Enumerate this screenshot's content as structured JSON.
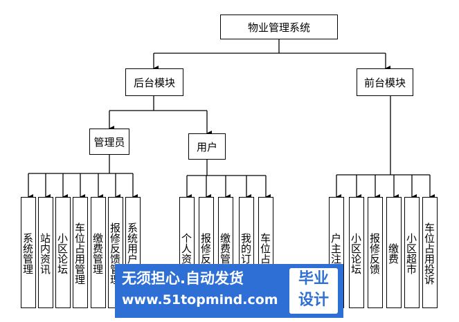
{
  "root": "物业管理系统",
  "modules": {
    "backend": "后台模块",
    "frontend": "前台模块"
  },
  "roles": {
    "admin": "管理员",
    "user": "用户"
  },
  "admin_items": [
    "系统管理",
    "站内资讯",
    "小区论坛",
    "车位占用管理",
    "缴费管理",
    "报修反馈管理",
    "系统用户管理"
  ],
  "user_items": [
    "个人资料",
    "报修反馈",
    "缴费管理",
    "我的订单",
    "车位占用"
  ],
  "front_items": [
    "户主注册",
    "小区论坛",
    "报修反馈",
    "缴费",
    "小区超市",
    "车位占用投诉"
  ],
  "watermark": {
    "line1": "无须担心.自动发货",
    "line2": "www.51topmind.com",
    "badge_line1": "毕业",
    "badge_line2": "设计"
  }
}
